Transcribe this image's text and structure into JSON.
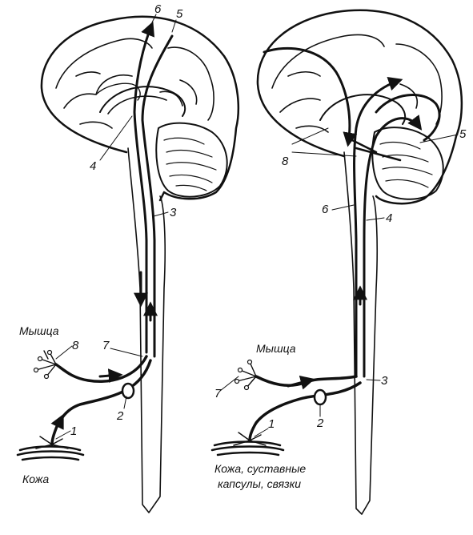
{
  "left_panel": {
    "labels": {
      "n1": "1",
      "n2": "2",
      "n3": "3",
      "n4": "4",
      "n5": "5",
      "n6": "6",
      "n7": "7",
      "n8": "8",
      "muscle": "Мышца",
      "skin": "Кожа"
    }
  },
  "right_panel": {
    "labels": {
      "n1": "1",
      "n2": "2",
      "n3": "3",
      "n4": "4",
      "n5": "5",
      "n6": "6",
      "n7": "7",
      "n8": "8",
      "muscle": "Мышца",
      "skin_line1": "Кожа, суставные",
      "skin_line2": "капсулы, связки"
    }
  },
  "colors": {
    "ink": "#111111",
    "paper": "#ffffff"
  }
}
